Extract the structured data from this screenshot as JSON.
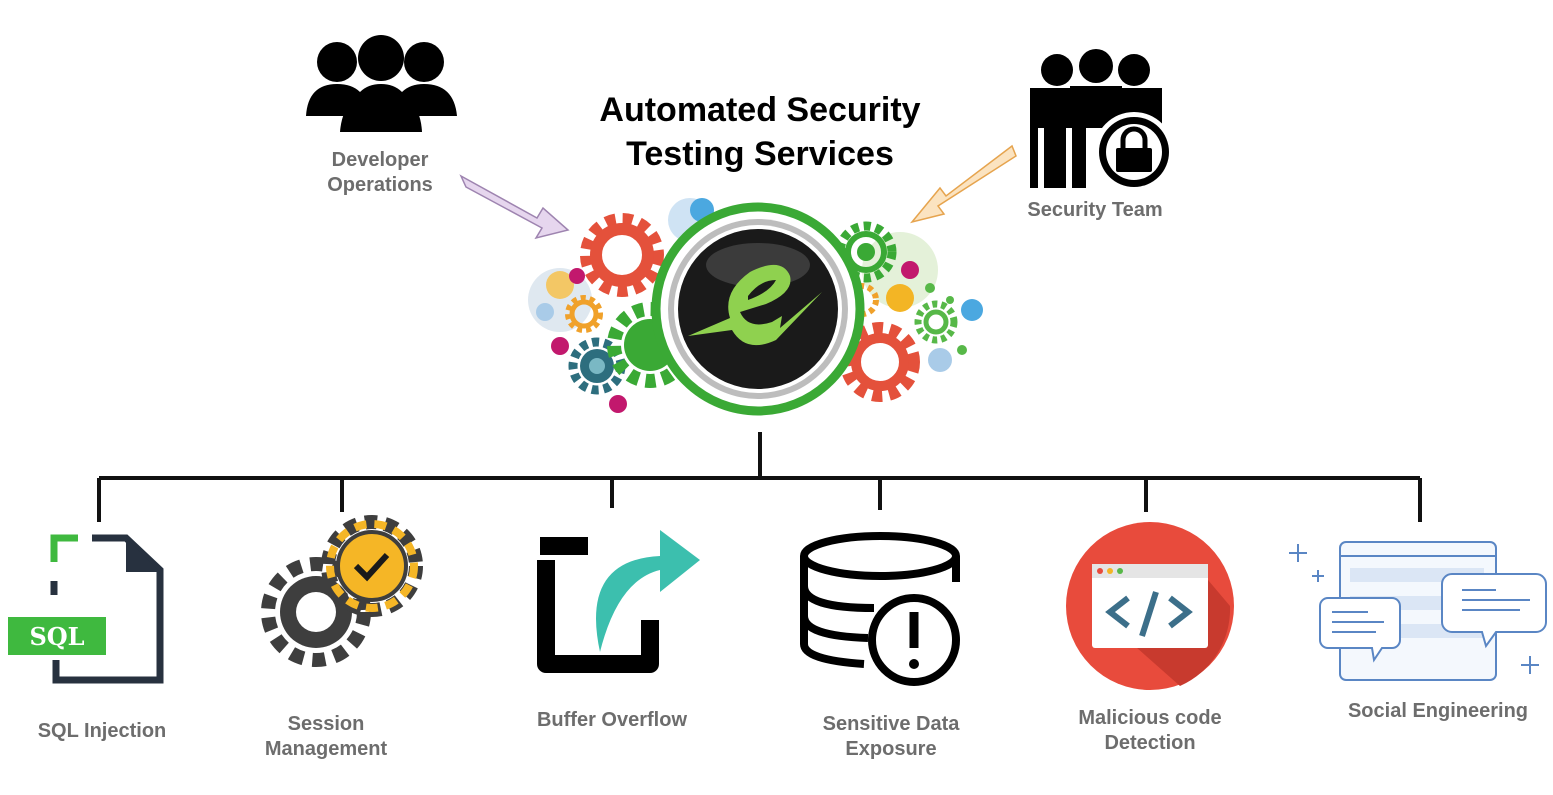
{
  "title": "Automated Security\nTesting Services",
  "actors": {
    "developer": "Developer\nOperations",
    "security": "Security Team"
  },
  "center_logo": {
    "icon": "e-logo-icon",
    "letter": "e"
  },
  "threats": [
    {
      "label": "SQL Injection",
      "icon": "sql-file-icon",
      "badge": "SQL"
    },
    {
      "label": "Session\nManagement",
      "icon": "gears-check-icon"
    },
    {
      "label": "Buffer Overflow",
      "icon": "overflow-arrow-icon"
    },
    {
      "label": "Sensitive Data\nExposure",
      "icon": "database-alert-icon"
    },
    {
      "label": "Malicious code\nDetection",
      "icon": "code-window-icon"
    },
    {
      "label": "Social Engineering",
      "icon": "chat-bubbles-icon"
    }
  ],
  "colors": {
    "green": "#3aa935",
    "red": "#e4513b",
    "orange": "#f0a12a",
    "teal": "#3cbfae",
    "gray_text": "#6d6d6d",
    "arrow_purple": "#e6d6ee",
    "arrow_orange": "#fbe3c0"
  }
}
